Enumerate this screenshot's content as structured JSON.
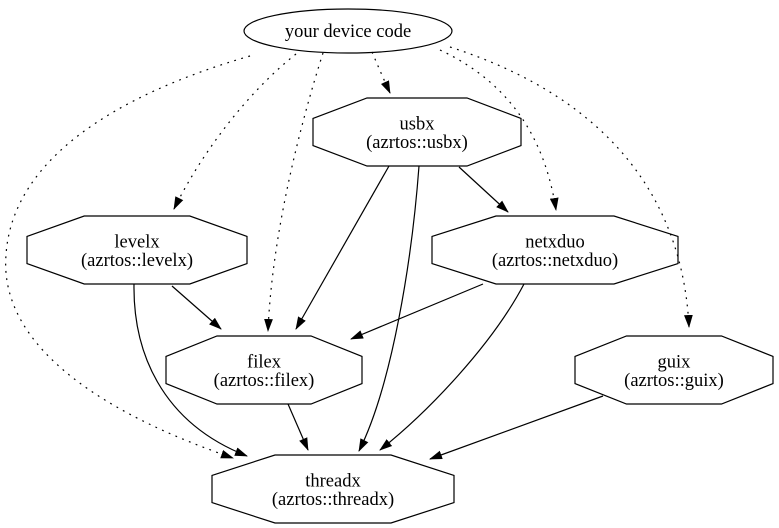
{
  "diagram": {
    "type": "dependency-graph",
    "background_color": "#ffffff",
    "stroke_color": "#000000",
    "text_color": "#000000",
    "nodes": [
      {
        "id": "device",
        "label": "your device code",
        "shape": "ellipse"
      },
      {
        "id": "usbx",
        "label": "usbx",
        "sublabel": "(azrtos::usbx)",
        "shape": "octagon"
      },
      {
        "id": "levelx",
        "label": "levelx",
        "sublabel": "(azrtos::levelx)",
        "shape": "octagon"
      },
      {
        "id": "netxduo",
        "label": "netxduo",
        "sublabel": "(azrtos::netxduo)",
        "shape": "octagon"
      },
      {
        "id": "filex",
        "label": "filex",
        "sublabel": "(azrtos::filex)",
        "shape": "octagon"
      },
      {
        "id": "guix",
        "label": "guix",
        "sublabel": "(azrtos::guix)",
        "shape": "octagon"
      },
      {
        "id": "threadx",
        "label": "threadx",
        "sublabel": "(azrtos::threadx)",
        "shape": "octagon"
      }
    ],
    "edges": [
      {
        "from": "device",
        "to": "usbx",
        "style": "dotted"
      },
      {
        "from": "device",
        "to": "levelx",
        "style": "dotted"
      },
      {
        "from": "device",
        "to": "netxduo",
        "style": "dotted"
      },
      {
        "from": "device",
        "to": "filex",
        "style": "dotted"
      },
      {
        "from": "device",
        "to": "guix",
        "style": "dotted"
      },
      {
        "from": "device",
        "to": "threadx",
        "style": "dotted"
      },
      {
        "from": "usbx",
        "to": "netxduo",
        "style": "solid"
      },
      {
        "from": "usbx",
        "to": "filex",
        "style": "solid"
      },
      {
        "from": "usbx",
        "to": "threadx",
        "style": "solid"
      },
      {
        "from": "levelx",
        "to": "filex",
        "style": "solid"
      },
      {
        "from": "levelx",
        "to": "threadx",
        "style": "solid"
      },
      {
        "from": "netxduo",
        "to": "filex",
        "style": "solid"
      },
      {
        "from": "netxduo",
        "to": "threadx",
        "style": "solid"
      },
      {
        "from": "filex",
        "to": "threadx",
        "style": "solid"
      },
      {
        "from": "guix",
        "to": "threadx",
        "style": "solid"
      }
    ]
  }
}
